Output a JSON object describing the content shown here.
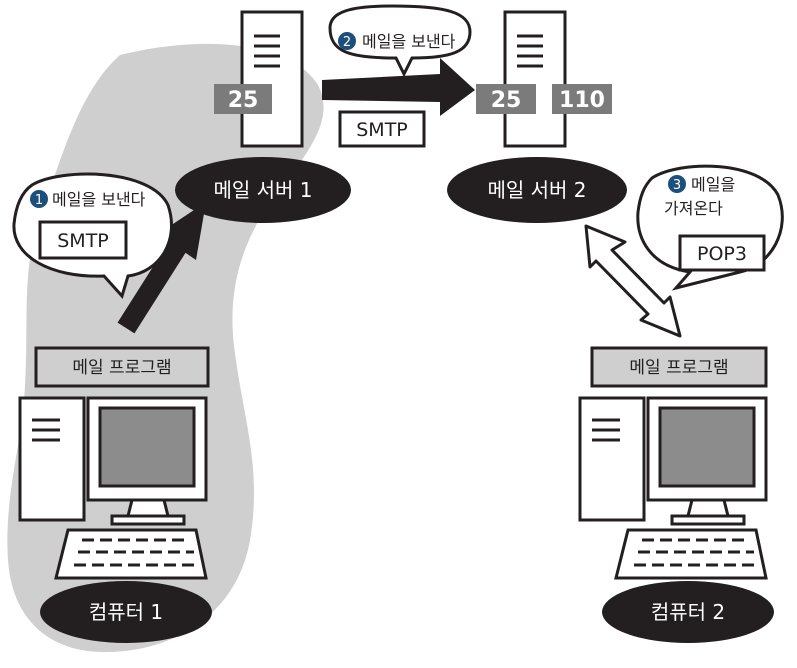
{
  "server1": {
    "label": "메일 서버 1",
    "port": "25"
  },
  "server2": {
    "label": "메일 서버 2",
    "ports": [
      "25",
      "110"
    ]
  },
  "computer1": {
    "label": "컴퓨터 1",
    "program_label": "메일 프로그램"
  },
  "computer2": {
    "label": "컴퓨터 2",
    "program_label": "메일 프로그램"
  },
  "steps": [
    {
      "number": "1",
      "text": "메일을 보낸다",
      "protocol": "SMTP"
    },
    {
      "number": "2",
      "text": "메일을 보낸다",
      "protocol": "SMTP"
    },
    {
      "number": "3",
      "text_lines": [
        "메일을",
        "가져온다"
      ],
      "protocol": "POP3"
    }
  ],
  "colors": {
    "zone_fill": "#cfcfcf",
    "ellipse_fill": "#231f20",
    "port_box_fill": "#7b7b7b",
    "program_bar_fill": "#cfcfcf",
    "monitor_screen": "#8c8c8c",
    "step_badge_fill": "#1d4f7c",
    "outline": "#231f20"
  }
}
